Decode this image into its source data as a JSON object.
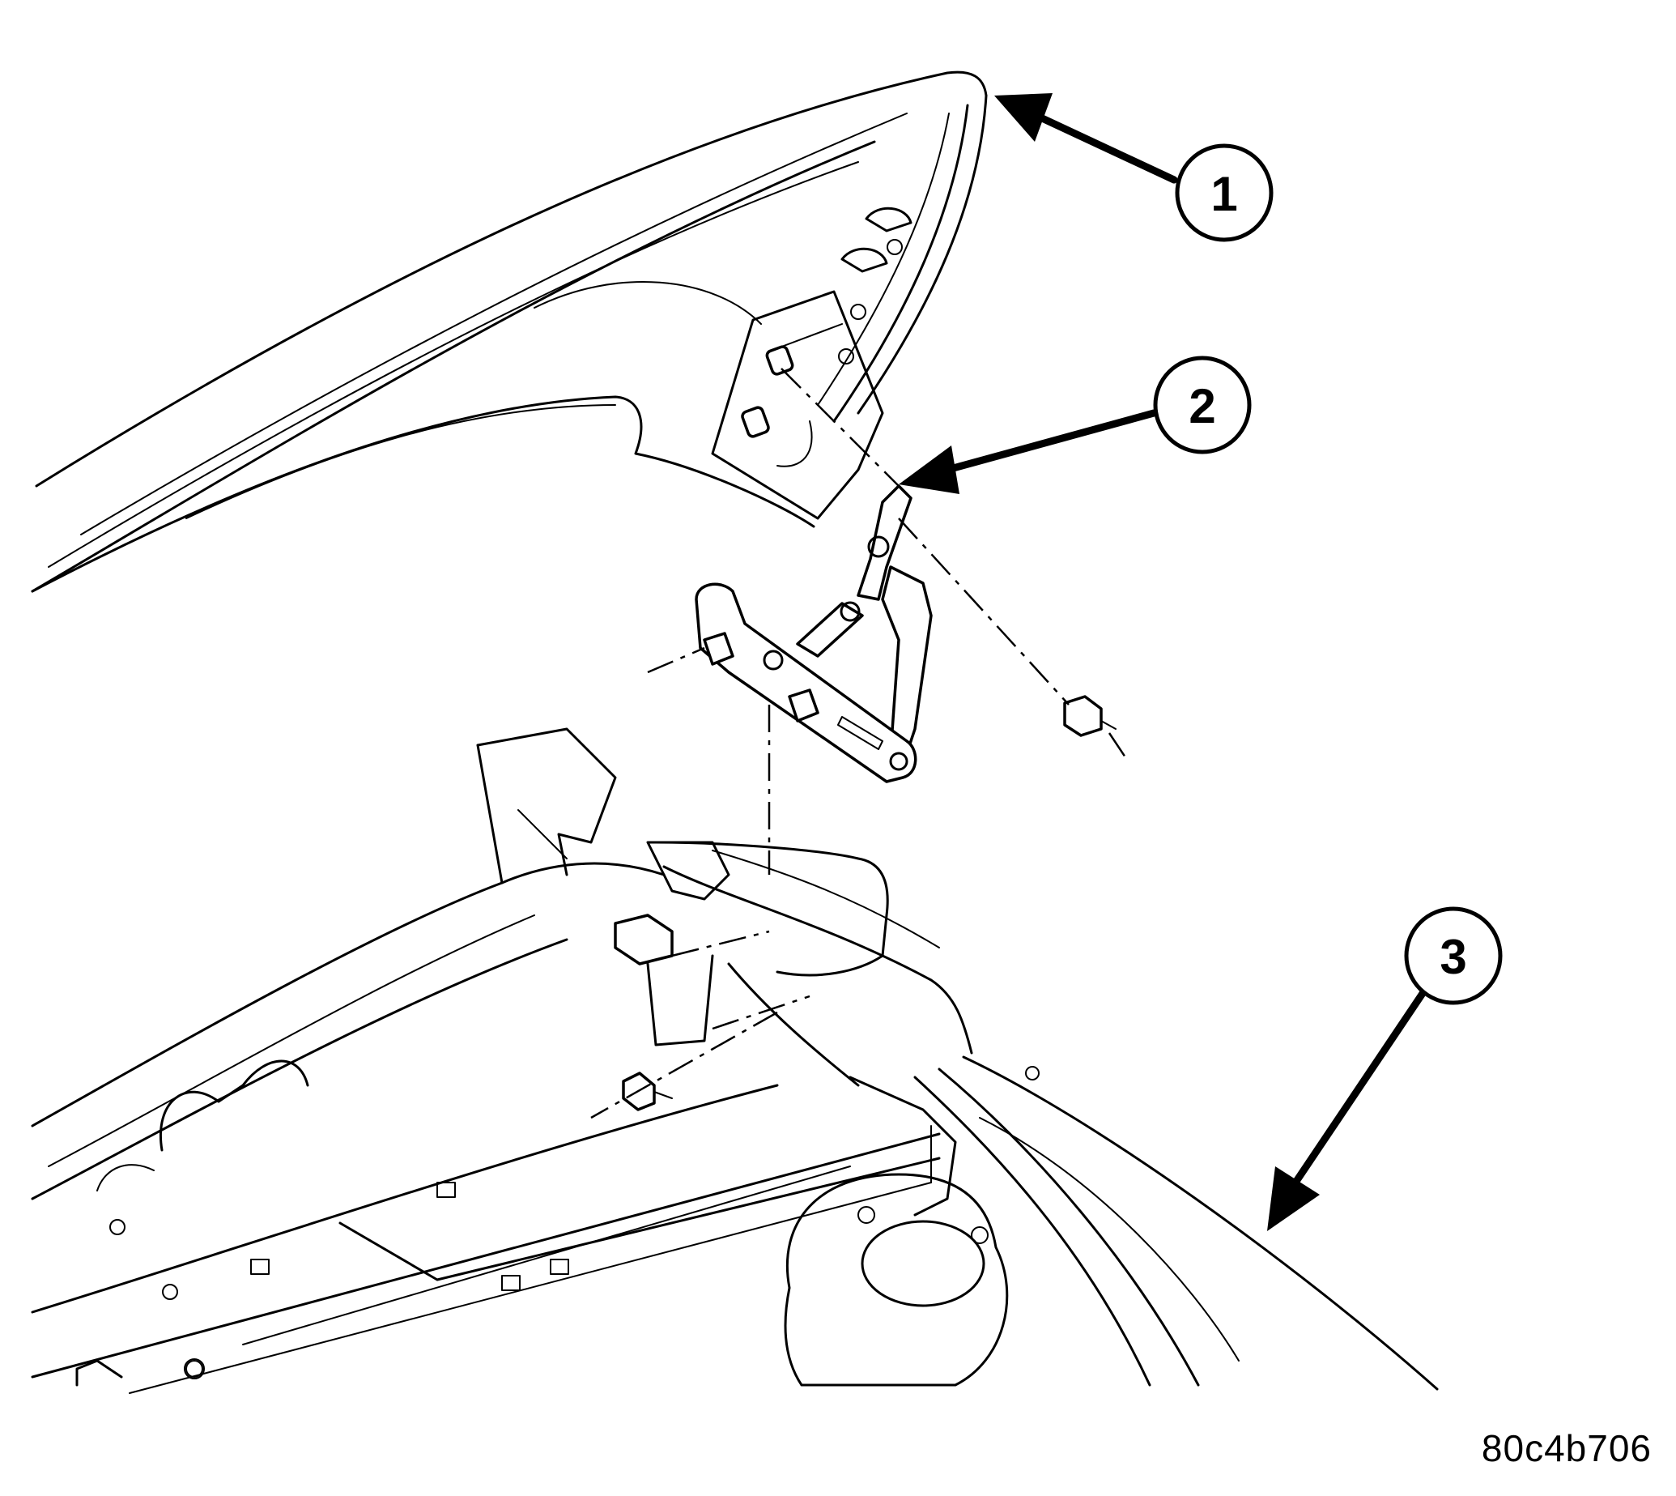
{
  "figure": {
    "id_label": "80c4b706"
  },
  "callouts": [
    {
      "number": "1"
    },
    {
      "number": "2"
    },
    {
      "number": "3"
    }
  ]
}
